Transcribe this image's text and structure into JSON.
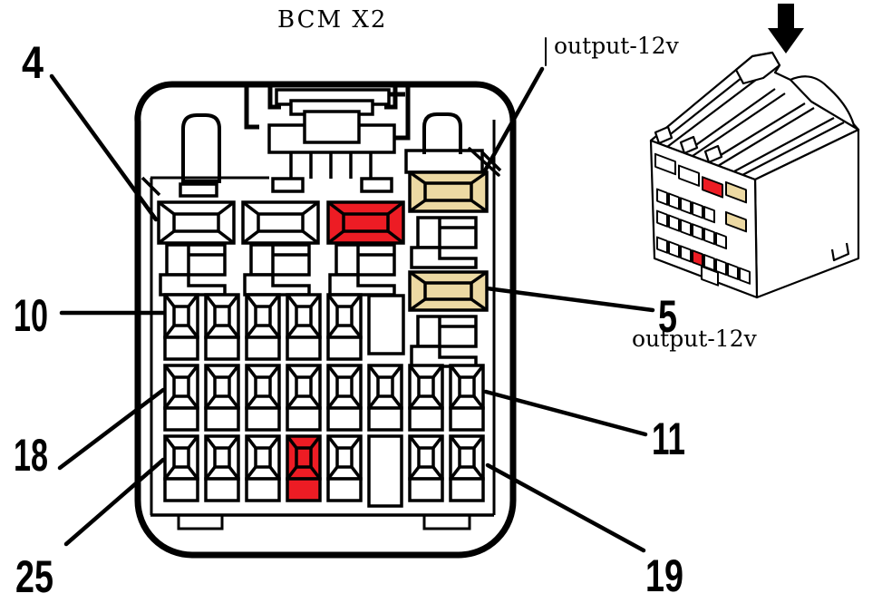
{
  "title": "BCM X2",
  "callouts": {
    "pin4": "4",
    "pin10": "10",
    "pin18": "18",
    "pin25": "25",
    "pin5": "5",
    "pin11": "11",
    "pin19": "19"
  },
  "output_labels": {
    "top": "output-12v",
    "bottom": "output-12v"
  },
  "colors": {
    "line": "#000000",
    "background": "#ffffff",
    "red": "#ed1c24",
    "tan": "#ecd9a3",
    "white": "#ffffff"
  },
  "connector": {
    "large_pins": [
      {
        "color": "white"
      },
      {
        "color": "white"
      },
      {
        "color": "red"
      }
    ],
    "output_pins": [
      {
        "color": "tan"
      },
      {
        "color": "tan"
      }
    ],
    "small_rows": [
      {
        "count": 5,
        "red_index": -1
      },
      {
        "count": 8,
        "red_index": -1
      },
      {
        "count": 7,
        "red_index": 3
      }
    ]
  },
  "module_3d": {
    "face": {
      "large_slots": [
        "white",
        "white",
        "red",
        "tan"
      ],
      "extra_tan_slots": 1,
      "small_rows": [
        5,
        6,
        8
      ],
      "red_small_row": 3,
      "red_small_index": 3
    }
  }
}
